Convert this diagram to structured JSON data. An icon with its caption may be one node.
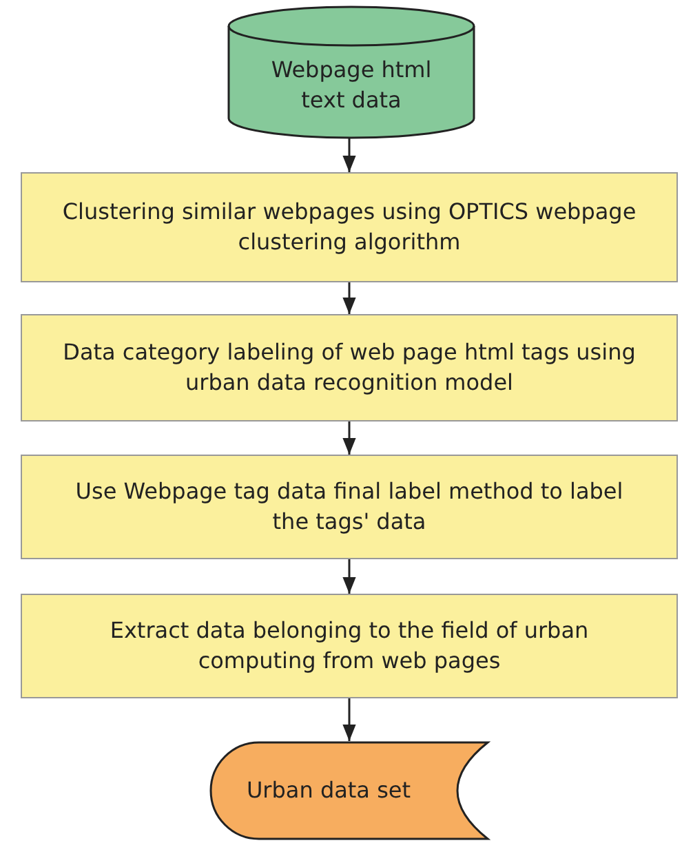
{
  "diagram": {
    "nodes": [
      {
        "text": [
          "Webpage html text data"
        ]
      },
      {
        "text": [
          "Clustering similar webpages using OPTICS webpage clustering algorithm"
        ]
      },
      {
        "text": [
          "Data category labeling of web page html tags using urban data recognition model"
        ]
      },
      {
        "text": [
          "Use Webpage tag data final label method to label the tags' data"
        ]
      },
      {
        "text": [
          "Extract data belonging to the field of urban computing from web pages"
        ]
      },
      {
        "text": [
          "Urban data set"
        ]
      }
    ],
    "edges": [
      {
        "from": 0,
        "to": 1,
        "arrow": "to"
      },
      {
        "from": 1,
        "to": 2,
        "arrow": "to"
      },
      {
        "from": 2,
        "to": 3,
        "arrow": "to"
      },
      {
        "from": 3,
        "to": 4,
        "arrow": "to"
      },
      {
        "from": 4,
        "to": 5,
        "arrow": "to"
      }
    ]
  }
}
